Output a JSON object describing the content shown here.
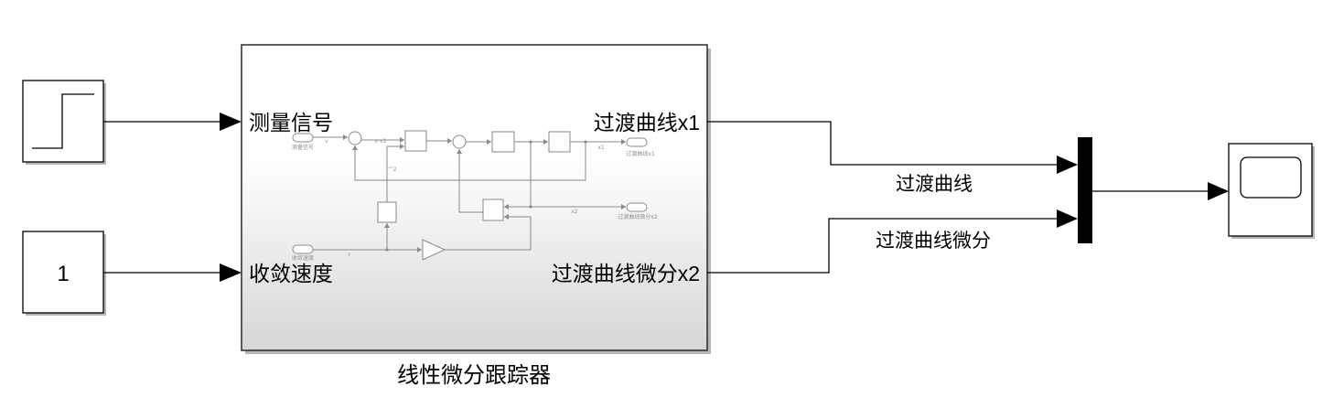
{
  "blocks": {
    "step": {
      "icon": "step-icon"
    },
    "constant": {
      "value": "1"
    },
    "subsystem": {
      "name": "线性微分跟踪器",
      "inports": [
        "测量信号",
        "收敛速度"
      ],
      "outports": [
        "过渡曲线x1",
        "过渡曲线微分x2"
      ],
      "mask": {
        "in1": "测量信号",
        "in2": "收敛速度",
        "out1": "过渡曲线x1",
        "out2": "过渡曲线微分x2",
        "sig_v": "v",
        "sig_v_x1": "v-x1",
        "sig_r2": "r^2",
        "sig_x1": "x1",
        "sig_x2": "x2",
        "sig_r": "r"
      }
    },
    "mux": {
      "icon": "mux-bar"
    },
    "scope": {
      "icon": "scope-icon"
    }
  },
  "signals": {
    "x1_label": "过渡曲线",
    "x2_label": "过渡曲线微分"
  },
  "colors": {
    "wire": "#000000",
    "block_border": "#000000",
    "subsystem_gradient_top": "#ffffff",
    "subsystem_gradient_bottom": "#d8d8d8",
    "mask_lines": "#8a8a8a"
  }
}
